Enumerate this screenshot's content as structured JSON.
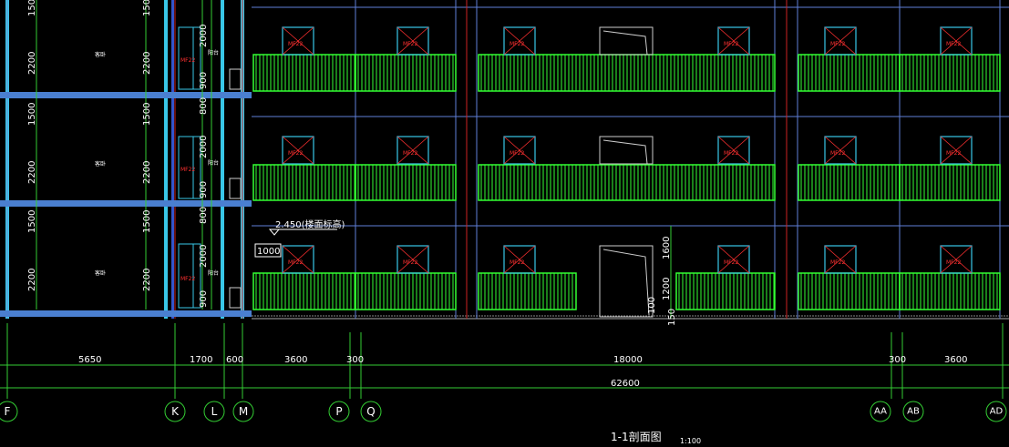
{
  "drawing": {
    "title": "1-1剖面图",
    "scale": "1:100",
    "elevation_label": "2.450(楼面标高)",
    "elevation_dim": "1000",
    "colors": {
      "background": "#000000",
      "wall_cyan": "#39c7e8",
      "floor_blue": "#4a7fd0",
      "railing_green": "#33ff33",
      "dimension_green": "#33cc33",
      "grid_line_blue": "#3355cc",
      "tag_red": "#ff3030",
      "axis_line_red": "#cc2222",
      "text_white": "#ffffff"
    }
  },
  "left_wing": {
    "room_label": "客卧",
    "balcony_label": "阳台",
    "door_tag": "MF22",
    "vertical_dims_outer": [
      "1500",
      "2200",
      "1500",
      "2200",
      "1500",
      "2200"
    ],
    "vertical_dims_inner": [
      "1500",
      "2200",
      "1500",
      "2200",
      "1500",
      "2200"
    ],
    "vertical_dims_balcony": [
      "2000",
      "900",
      "800",
      "2000",
      "900",
      "800",
      "2000",
      "900"
    ]
  },
  "facade": {
    "door_tag": "MF22",
    "stair_dims": [
      "1600",
      "1200",
      "100",
      "150"
    ]
  },
  "bottom_dims": {
    "row1": [
      "5650",
      "1700",
      "600",
      "3600",
      "300",
      "18000",
      "300",
      "3600"
    ],
    "total": "62600"
  },
  "axes": [
    "F",
    "K",
    "L",
    "M",
    "P",
    "Q",
    "AA",
    "AB",
    "AD"
  ]
}
